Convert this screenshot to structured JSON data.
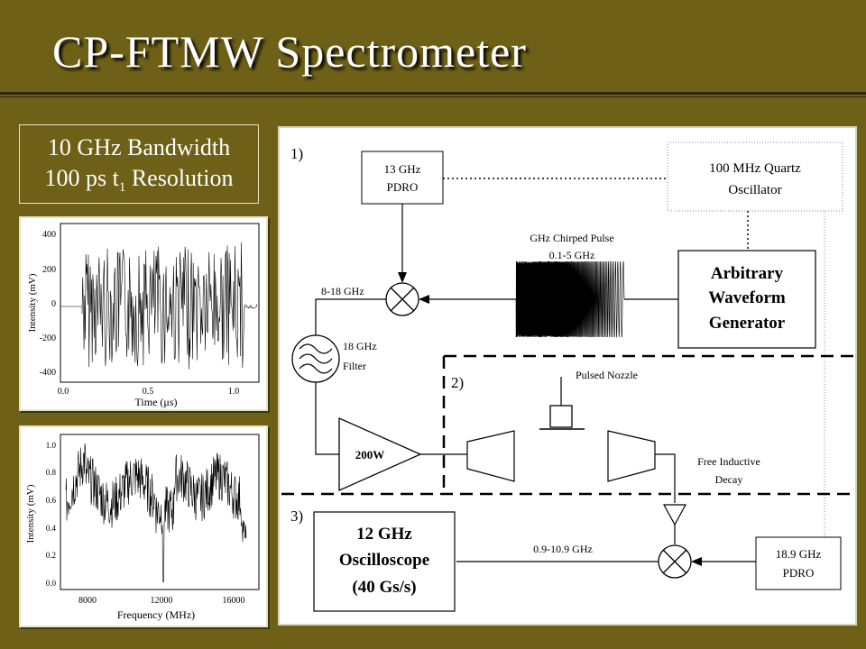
{
  "title": "CP-FTMW Spectrometer",
  "callout": {
    "line1": "10 GHz Bandwidth",
    "line2_pre": "100 ps t",
    "line2_sub": "1",
    "line2_post": " Resolution"
  },
  "plot_time": {
    "ylabel": "Intensity (mV)",
    "xlabel": "Time (μs)",
    "yticks": [
      "400",
      "200",
      "0",
      "-200",
      "-400"
    ],
    "xticks": [
      "0.0",
      "0.5",
      "1.0"
    ]
  },
  "plot_freq": {
    "ylabel": "Intensity (mV)",
    "xlabel": "Frequency (MHz)",
    "yticks": [
      "1.0",
      "0.8",
      "0.6",
      "0.4",
      "0.2",
      "0.0"
    ],
    "xticks": [
      "8000",
      "12000",
      "16000"
    ]
  },
  "diagram": {
    "section1": "1)",
    "section2": "2)",
    "section3": "3)",
    "pdro13_l1": "13 GHz",
    "pdro13_l2": "PDRO",
    "quartz_l1": "100 MHz Quartz",
    "quartz_l2": "Oscillator",
    "chirp_l1": "GHz Chirped Pulse",
    "chirp_l2": "0.1-5 GHz",
    "awg_l1": "Arbitrary",
    "awg_l2": "Waveform",
    "awg_l3": "Generator",
    "band_8_18": "8-18 GHz",
    "filter_l1": "18 GHz",
    "filter_l2": "Filter",
    "amp": "200W",
    "nozzle": "Pulsed Nozzle",
    "fid_l1": "Free Inductive",
    "fid_l2": "Decay",
    "scope_l1": "12 GHz",
    "scope_l2": "Oscilloscope",
    "scope_l3": "(40 Gs/s)",
    "band_09_109": "0.9-10.9 GHz",
    "pdro189_l1": "18.9 GHz",
    "pdro189_l2": "PDRO"
  }
}
